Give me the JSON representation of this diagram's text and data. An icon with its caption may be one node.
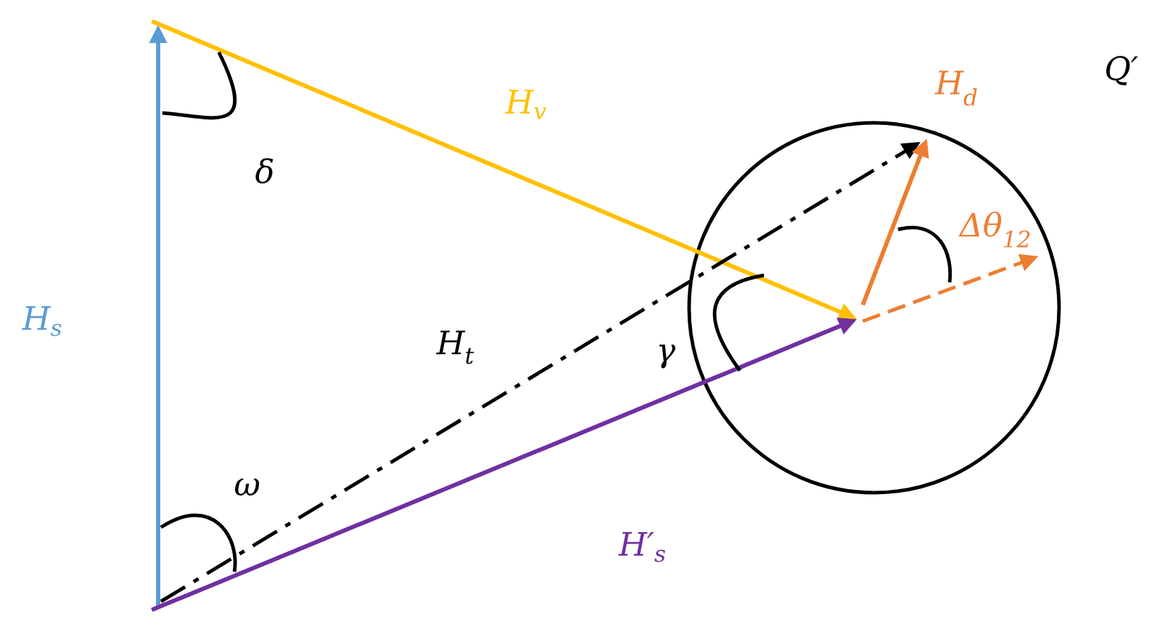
{
  "diagram": {
    "labels": [
      "Q′",
      "H$_{d}$",
      "H$_{v}$",
      "δ",
      "Δθ$_{12}$",
      "H$_{s}$",
      "H$_{t}$",
      "γ",
      "ω",
      "H′$_{s}$"
    ]
  }
}
